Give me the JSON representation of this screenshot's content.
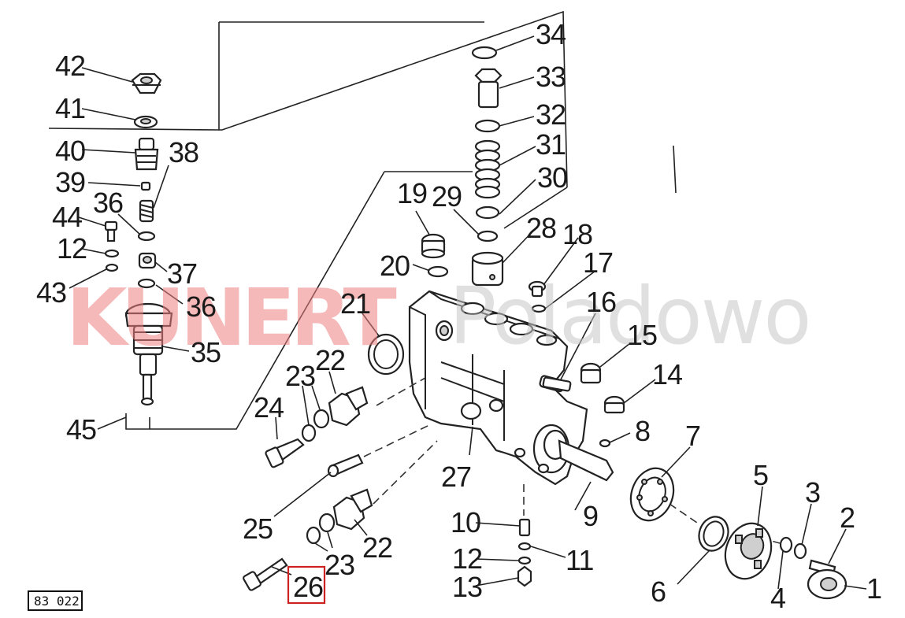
{
  "watermark": {
    "brand": "KUNERT",
    "suffix": "Poladowo",
    "brand_color": "#f08080",
    "suffix_color": "#c8c8c8"
  },
  "reference_code": "83 022",
  "highlight": {
    "part_number": "26",
    "box_color": "#cc2222"
  },
  "part_labels": {
    "p1": "1",
    "p2": "2",
    "p3": "3",
    "p4": "4",
    "p5": "5",
    "p6": "6",
    "p7": "7",
    "p8": "8",
    "p9": "9",
    "p10": "10",
    "p11": "11",
    "p12a": "12",
    "p12b": "12",
    "p13": "13",
    "p14": "14",
    "p15": "15",
    "p16": "16",
    "p17": "17",
    "p18": "18",
    "p19": "19",
    "p20": "20",
    "p21": "21",
    "p22a": "22",
    "p22b": "22",
    "p23a": "23",
    "p23b": "23",
    "p24": "24",
    "p25": "25",
    "p27": "27",
    "p28": "28",
    "p29": "29",
    "p30": "30",
    "p31": "31",
    "p32": "32",
    "p33": "33",
    "p34": "34",
    "p35": "35",
    "p36a": "36",
    "p36b": "36",
    "p37": "37",
    "p38": "38",
    "p39": "39",
    "p40": "40",
    "p41": "41",
    "p42": "42",
    "p43": "43",
    "p44": "44",
    "p45": "45"
  }
}
